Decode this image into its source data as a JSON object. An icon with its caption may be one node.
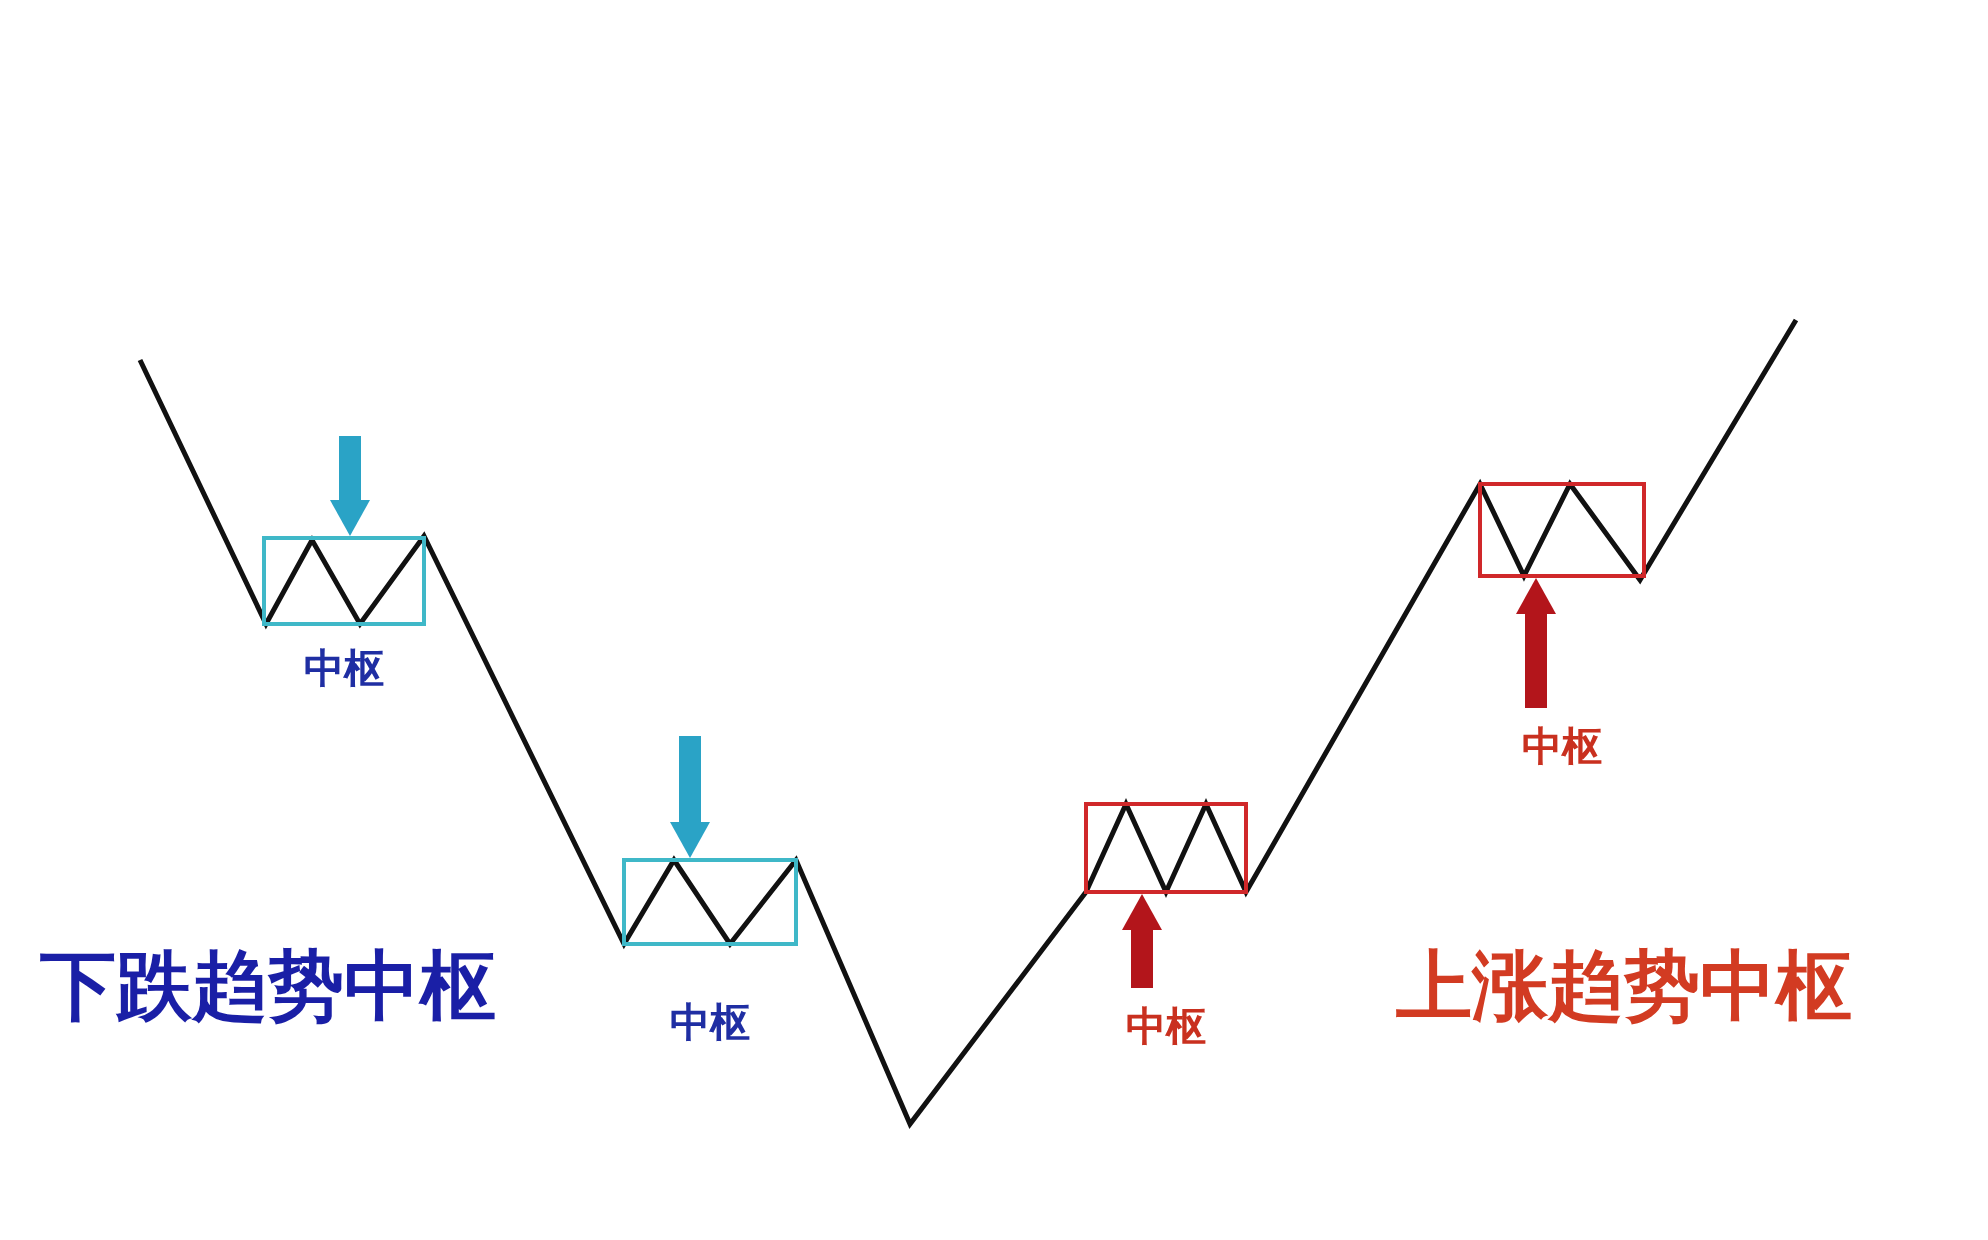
{
  "diagram": {
    "nodes": [
      {
        "text": [
          "中枢"
        ]
      },
      {
        "text": [
          "中枢"
        ]
      },
      {
        "text": [
          "中枢"
        ]
      },
      {
        "text": [
          "中枢"
        ]
      }
    ],
    "edges": [
      {
        "from": null,
        "to": 0,
        "arrow": "to",
        "color": "#2aa3c6"
      },
      {
        "from": null,
        "to": 1,
        "arrow": "to",
        "color": "#2aa3c6"
      },
      {
        "from": null,
        "to": 2,
        "arrow": "to",
        "color": "#b3151b"
      },
      {
        "from": null,
        "to": 3,
        "arrow": "to",
        "color": "#b3151b"
      }
    ],
    "labels": [
      "下跌趋势中枢",
      "上涨趋势中枢"
    ]
  }
}
